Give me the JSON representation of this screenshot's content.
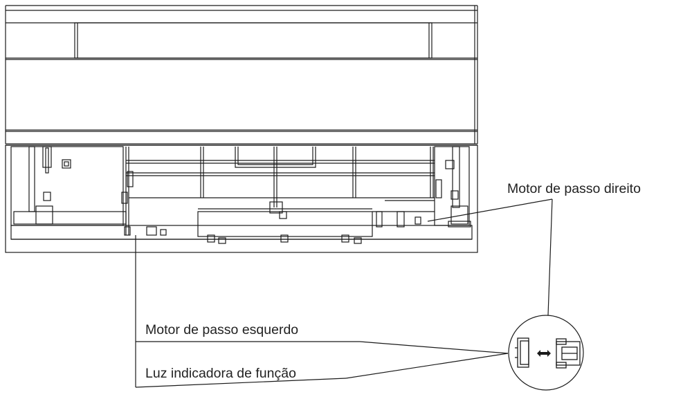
{
  "labels": {
    "right_stepper_motor": "Motor de passo direito",
    "left_stepper_motor": "Motor de passo esquerdo",
    "function_indicator_light": "Luz indicadora de função"
  },
  "icons": [
    "connector-plug-icon",
    "connector-socket-icon",
    "bidirectional-arrow-icon"
  ],
  "colors": {
    "line": "#1a1a1a",
    "background": "#ffffff",
    "text": "#222222"
  }
}
